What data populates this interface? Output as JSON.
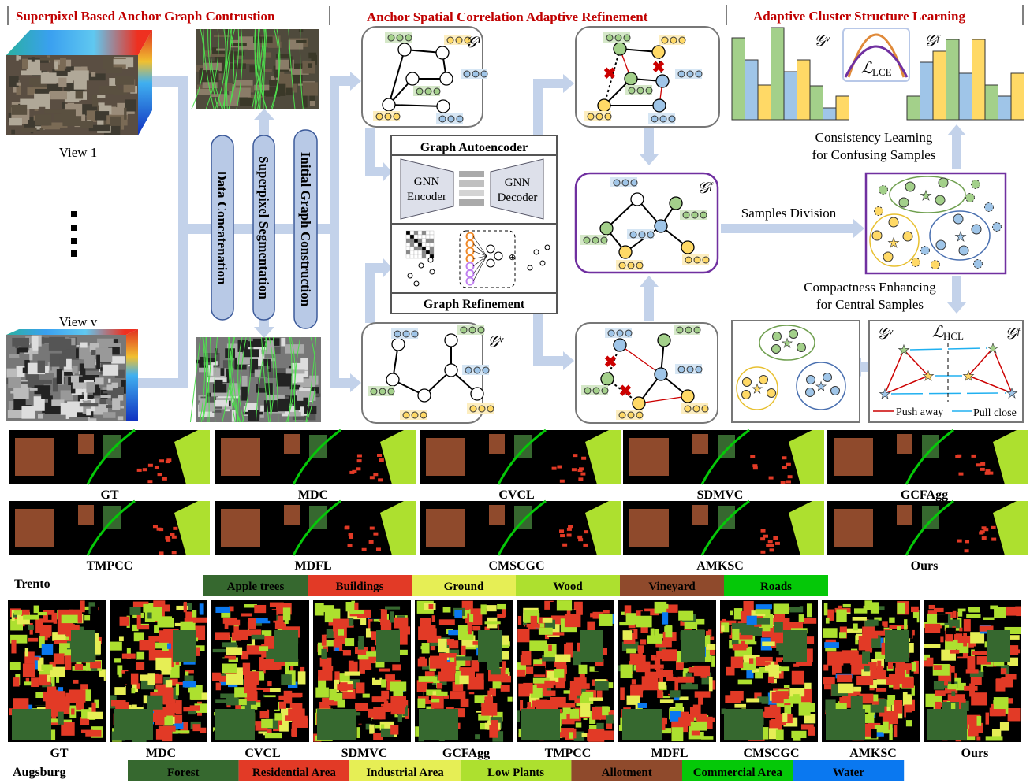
{
  "sections": {
    "stage1_title": "Superpixel Based Anchor Graph Contrustion",
    "stage2_title": "Anchor Spatial Correlation Adaptive Refinement",
    "stage3_title": "Adaptive Cluster Structure Learning"
  },
  "views": {
    "view1": "View 1",
    "viewv": "View v",
    "ellipsis": "⋮"
  },
  "pills": [
    "Data Concatenation",
    "Superpixel Segmentation",
    "Initial Graph Construction"
  ],
  "graphs": {
    "g1": "𝒢¹",
    "gv": "𝒢ᵛ",
    "gf": "𝒢ᶠ"
  },
  "autoencoder": {
    "title": "Graph Autoencoder",
    "encoder_line1": "GNN",
    "encoder_line2": "Encoder",
    "decoder_line1": "GNN",
    "decoder_line2": "Decoder",
    "refinement_title": "Graph Refinement"
  },
  "cluster": {
    "lce": "ℒ",
    "lce_sub": "LCE",
    "hcl": "ℒ",
    "hcl_sub": "HCL",
    "consistency_line1": "Consistency Learning",
    "consistency_line2": "for Confusing Samples",
    "samples_division": "Samples Division",
    "compactness_line1": "Compactness Enhancing",
    "compactness_line2": "for Central Samples",
    "push_away": "Push away",
    "pull_close": "Pull close"
  },
  "trento": {
    "dataset": "Trento",
    "row1": [
      "GT",
      "MDC",
      "CVCL",
      "SDMVC",
      "GCFAgg"
    ],
    "row2": [
      "TMPCC",
      "MDFL",
      "CMSCGC",
      "AMKSC",
      "Ours"
    ],
    "legend": [
      {
        "label": "Apple trees",
        "color": "#36682f"
      },
      {
        "label": "Buildings",
        "color": "#e23a26"
      },
      {
        "label": "Ground",
        "color": "#e6ee55"
      },
      {
        "label": "Wood",
        "color": "#ade02f"
      },
      {
        "label": "Vineyard",
        "color": "#8f4a2c"
      },
      {
        "label": "Roads",
        "color": "#05c808"
      }
    ]
  },
  "augsburg": {
    "dataset": "Augsburg",
    "methods": [
      "GT",
      "MDC",
      "CVCL",
      "SDMVC",
      "GCFAgg",
      "TMPCC",
      "MDFL",
      "CMSCGC",
      "AMKSC",
      "Ours"
    ],
    "legend": [
      {
        "label": "Forest",
        "color": "#36682f"
      },
      {
        "label": "Residential Area",
        "color": "#e23a26"
      },
      {
        "label": "Industrial Area",
        "color": "#e6ee55"
      },
      {
        "label": "Low Plants",
        "color": "#ade02f"
      },
      {
        "label": "Allotment",
        "color": "#8f4a2c"
      },
      {
        "label": "Commercial Area",
        "color": "#05c808"
      },
      {
        "label": "Water",
        "color": "#0a78f0"
      }
    ]
  },
  "colors": {
    "title": "#c00000",
    "arrow": "#c3d2ea",
    "green": "#a3d08a",
    "blue": "#9fc5e8",
    "yellow": "#ffd966",
    "purple": "#7030a0"
  }
}
